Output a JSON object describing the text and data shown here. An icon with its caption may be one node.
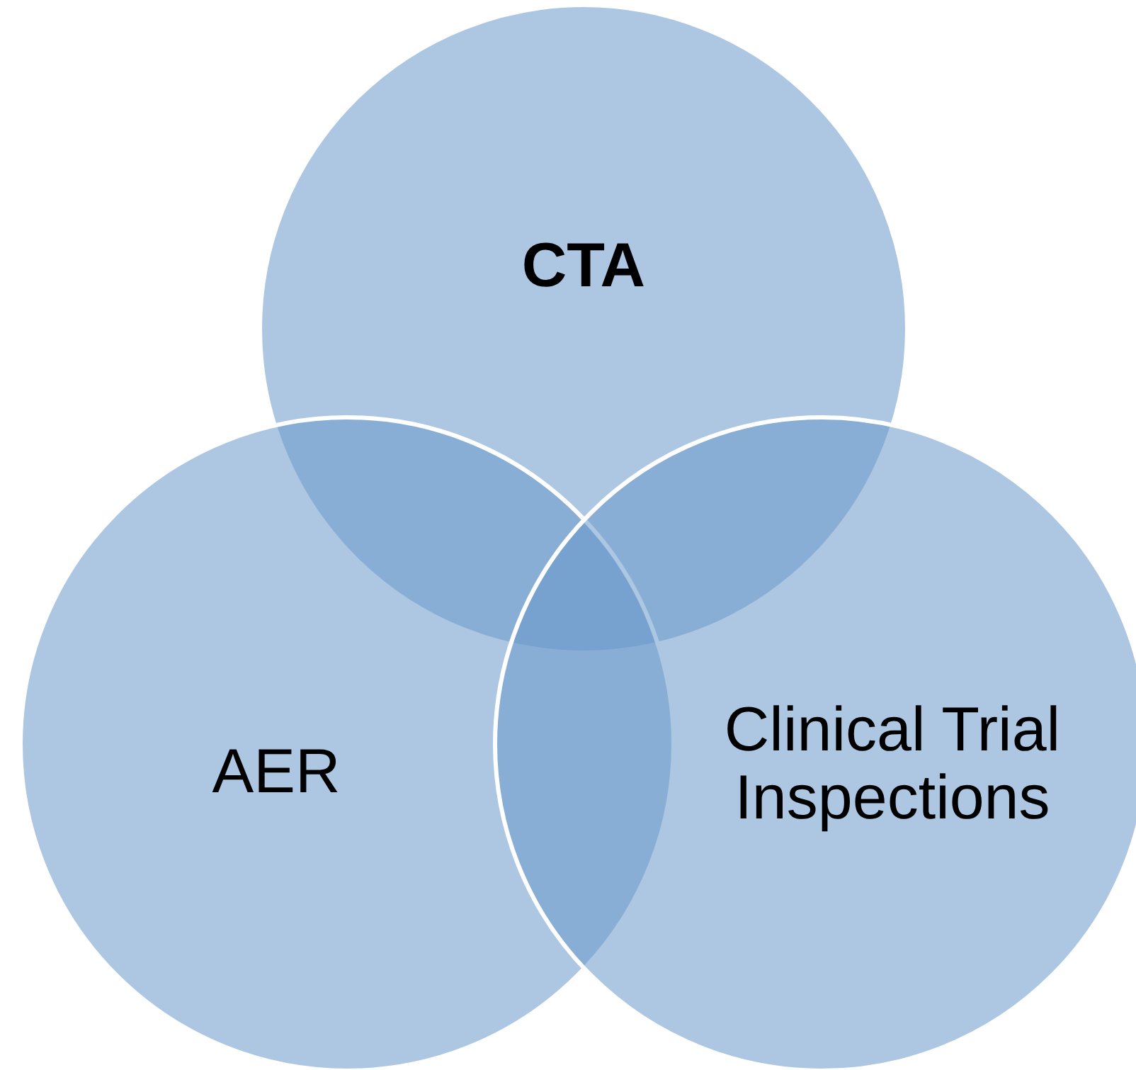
{
  "diagram": {
    "nodes": [
      {
        "text": [
          "CTA"
        ]
      },
      {
        "text": [
          "AER"
        ]
      },
      {
        "text": [
          "Clinical Trial Inspections"
        ]
      }
    ]
  }
}
